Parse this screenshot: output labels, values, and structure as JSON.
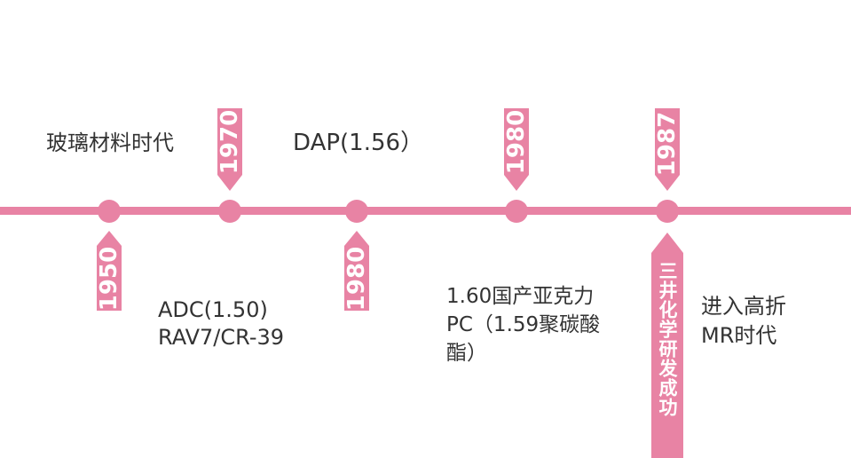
{
  "colors": {
    "line": "#e883a4",
    "tag": "#e883a4",
    "node": "#e883a4"
  },
  "labels": {
    "glass_era": "玻璃材料时代",
    "dap": "DAP(1.56）",
    "adc": "ADC(1.50)\nRAV7/CR-39",
    "pc": "1.60国产亚克力\nPC（1.59聚碳酸\n酯）",
    "mr_era": "进入高折\nMR时代"
  },
  "tags": {
    "y1950": "1950",
    "y1970": "1970",
    "y1980a": "1980",
    "y1980b": "1980",
    "y1987": "1987"
  },
  "mitsui": "三井化学研发成功"
}
